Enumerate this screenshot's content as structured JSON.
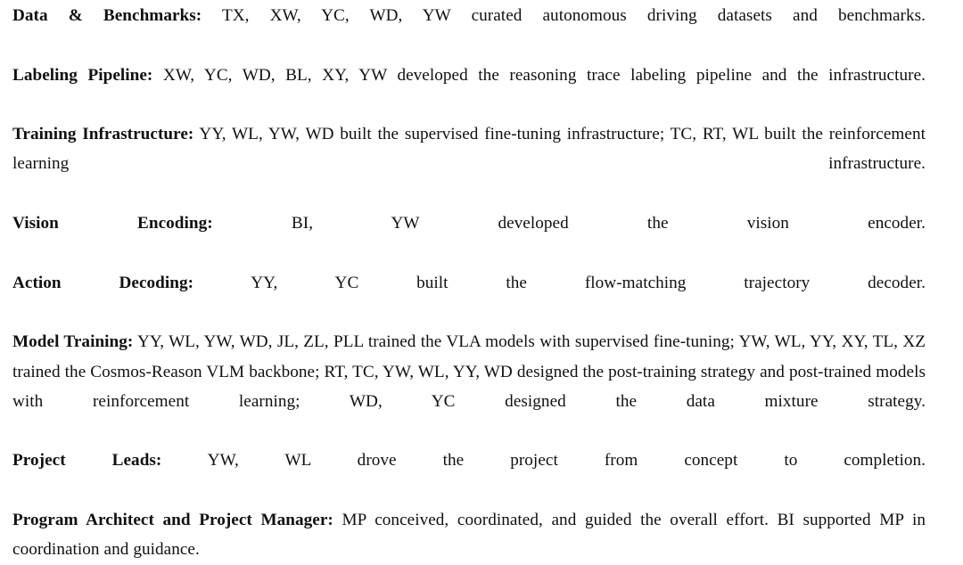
{
  "document": {
    "type": "contributions-section",
    "text_color": "#101010",
    "background_color": "#ffffff",
    "entries": [
      {
        "role": "Data & Benchmarks:",
        "text": " TX, XW, YC, WD, YW curated autonomous driving datasets and benchmarks.",
        "contributors": [
          "TX",
          "XW",
          "YC",
          "WD",
          "YW"
        ]
      },
      {
        "role": "Labeling Pipeline:",
        "text": " XW, YC, WD, BL, XY, YW developed the reasoning trace labeling pipeline and the infrastructure.",
        "contributors": [
          "XW",
          "YC",
          "WD",
          "BL",
          "XY",
          "YW"
        ]
      },
      {
        "role": "Training Infrastructure:",
        "text": " YY, WL, YW, WD built the supervised fine-tuning infrastructure; TC, RT, WL built the reinforcement learning infrastructure.",
        "contributors": [
          "YY",
          "WL",
          "YW",
          "WD",
          "TC",
          "RT"
        ]
      },
      {
        "role": "Vision Encoding:",
        "text": " BI, YW developed the vision encoder.",
        "contributors": [
          "BI",
          "YW"
        ]
      },
      {
        "role": "Action Decoding:",
        "text": " YY, YC built the flow-matching trajectory decoder.",
        "contributors": [
          "YY",
          "YC"
        ]
      },
      {
        "role": "Model Training:",
        "text": " YY, WL, YW, WD, JL, ZL, PLL trained the VLA models with supervised fine-tuning; YW, WL, YY, XY, TL, XZ trained the Cosmos-Reason VLM backbone; RT, TC, YW, WL, YY, WD designed the post-training strategy and post-trained models with reinforcement learning; WD, YC designed the data mixture strategy.",
        "contributors": [
          "YY",
          "WL",
          "YW",
          "WD",
          "JL",
          "ZL",
          "PLL",
          "XY",
          "TL",
          "XZ",
          "RT",
          "TC",
          "YC"
        ]
      },
      {
        "role": "Project Leads:",
        "text": " YW, WL drove the project from concept to completion.",
        "contributors": [
          "YW",
          "WL"
        ]
      },
      {
        "role": "Program Architect and Project Manager:",
        "text": " MP conceived, coordinated, and guided the overall effort.  BI supported MP in coordination and guidance.",
        "contributors": [
          "MP",
          "BI"
        ]
      }
    ]
  }
}
